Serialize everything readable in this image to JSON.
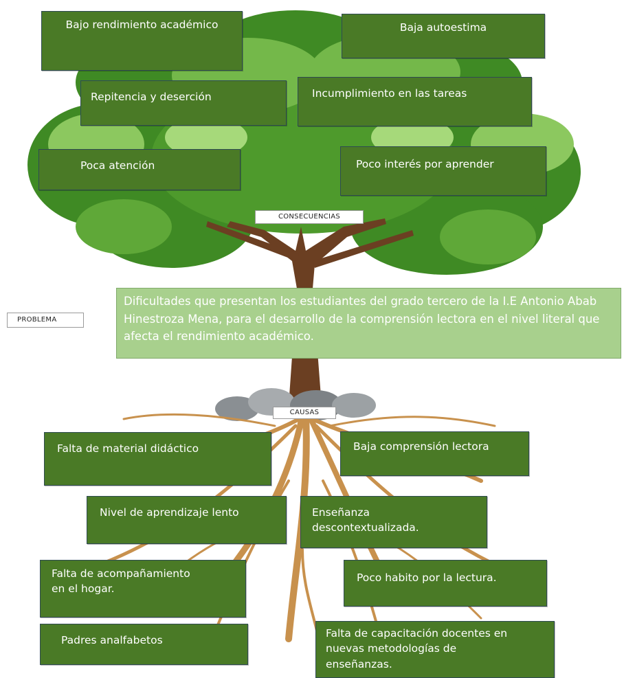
{
  "labels": {
    "consecuencias": "CONSECUENCIAS",
    "problema": "PROBLEMA",
    "causas": "CAUSAS"
  },
  "problem": "Dificultades que presentan los estudiantes del grado tercero de la I.E Antonio Abab Hinestroza Mena, para el desarrollo de la comprensión lectora en el nivel literal   que afecta el rendimiento académico.",
  "consequences": [
    "Bajo rendimiento académico",
    "Baja autoestima",
    "Repitencia y deserción",
    "Incumplimiento en las tareas",
    "Poca atención",
    "Poco interés por aprender"
  ],
  "causes": [
    "Falta de material didáctico",
    "Baja comprensión lectora",
    "Nivel de aprendizaje lento",
    "Enseñanza descontextualizada.",
    "Falta de acompañamiento en el hogar.",
    "Poco habito por la lectura.",
    "Padres analfabetos",
    "Falta de capacitación docentes en nuevas metodologías de enseñanzas."
  ],
  "colors": {
    "box_fill": "#4a7a26",
    "problem_fill": "#a8d08d",
    "foliage": "#4e9a2c",
    "trunk": "#6b3f22",
    "roots": "#c8914d"
  }
}
